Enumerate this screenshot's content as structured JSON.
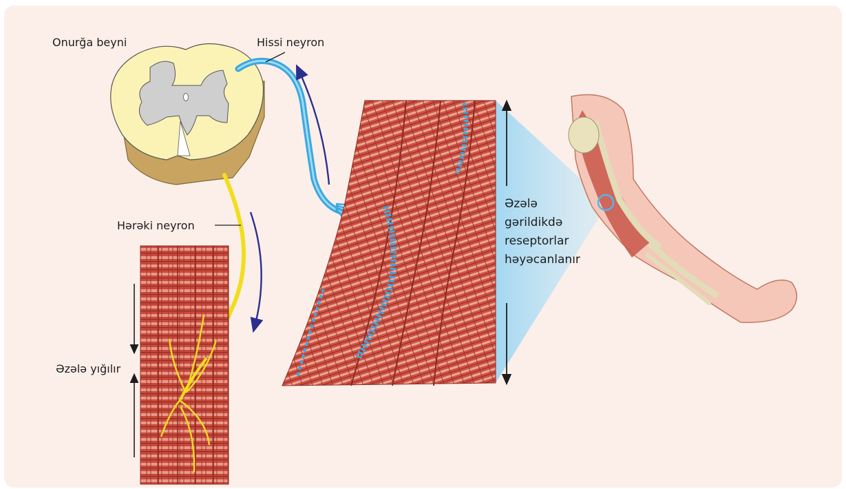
{
  "labels": {
    "spinal_cord": "Onurğa beyni",
    "sensory_neuron": "Hissi neyron",
    "motor_neuron": "Hərəki neyron",
    "muscle_contracts": "Əzələ yığılır"
  },
  "caption_lines": [
    "Əzələ",
    "gərildikdə",
    "reseptorlar",
    "həyəcanlanır"
  ],
  "colors": {
    "background": "#fcefe9",
    "spinal_white_matter": "#fbf3b5",
    "spinal_gray_matter": "#cfcfcf",
    "sensory_neuron": "#3aa8e0",
    "motor_neuron": "#f2dd1e",
    "muscle": "#c94a3c",
    "signal_arrow": "#2b2f8f"
  }
}
